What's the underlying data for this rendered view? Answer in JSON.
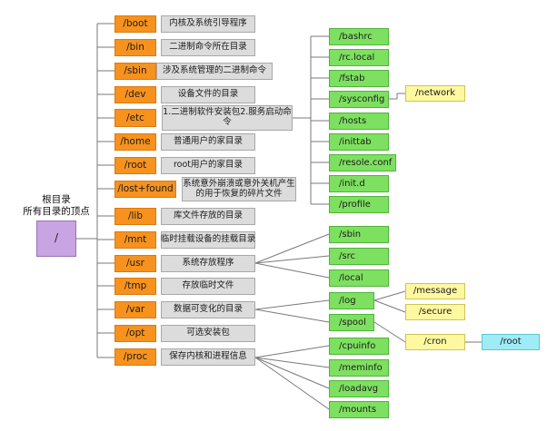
{
  "root": {
    "label": "/",
    "caption_line1": "根目录",
    "caption_line2": "所有目录的顶点"
  },
  "dirs": [
    {
      "name": "/boot",
      "desc": "内核及系统引导程序"
    },
    {
      "name": "/bin",
      "desc": "二进制命令所在目录"
    },
    {
      "name": "/sbin",
      "desc": "涉及系统管理的二进制命令"
    },
    {
      "name": "/dev",
      "desc": "设备文件的目录"
    },
    {
      "name": "/etc",
      "desc": "1.二进制软件安装包2.服务启动命令"
    },
    {
      "name": "/home",
      "desc": "普通用户的家目录"
    },
    {
      "name": "/root",
      "desc": "root用户的家目录"
    },
    {
      "name": "/lost+found",
      "desc": "系统意外崩溃或意外关机产生的用于恢复的碎片文件"
    },
    {
      "name": "/lib",
      "desc": "库文件存放的目录"
    },
    {
      "name": "/mnt",
      "desc": "临时挂载设备的挂载目录"
    },
    {
      "name": "/usr",
      "desc": "系统存放程序"
    },
    {
      "name": "/tmp",
      "desc": "存放临时文件"
    },
    {
      "name": "/var",
      "desc": "数据可变化的目录"
    },
    {
      "name": "/opt",
      "desc": "可选安装包"
    },
    {
      "name": "/proc",
      "desc": "保存内核和进程信息"
    }
  ],
  "etc_children": [
    "/bashrc",
    "/rc.local",
    "/fstab",
    "/sysconfig",
    "/hosts",
    "/inittab",
    "/resole.conf",
    "/init.d",
    "/profile"
  ],
  "sysconfig_child": "/network",
  "usr_children": [
    "/sbin",
    "/src",
    "/local"
  ],
  "var_children": [
    "/log",
    "/spool"
  ],
  "log_children": [
    "/message",
    "/secure"
  ],
  "spool_child": "/cron",
  "cron_child": "/root",
  "proc_children": [
    "/cpuinfo",
    "/meminfo",
    "/loadavg",
    "/mounts"
  ],
  "colors": {
    "dir_node": "#f7921e",
    "desc_box": "#dcdcdc",
    "level2_node": "#7ee060",
    "level3_node": "#fef8a0",
    "level4_node": "#9fecf6",
    "root_node": "#c8a4e2",
    "connector": "#7a7a7a"
  }
}
